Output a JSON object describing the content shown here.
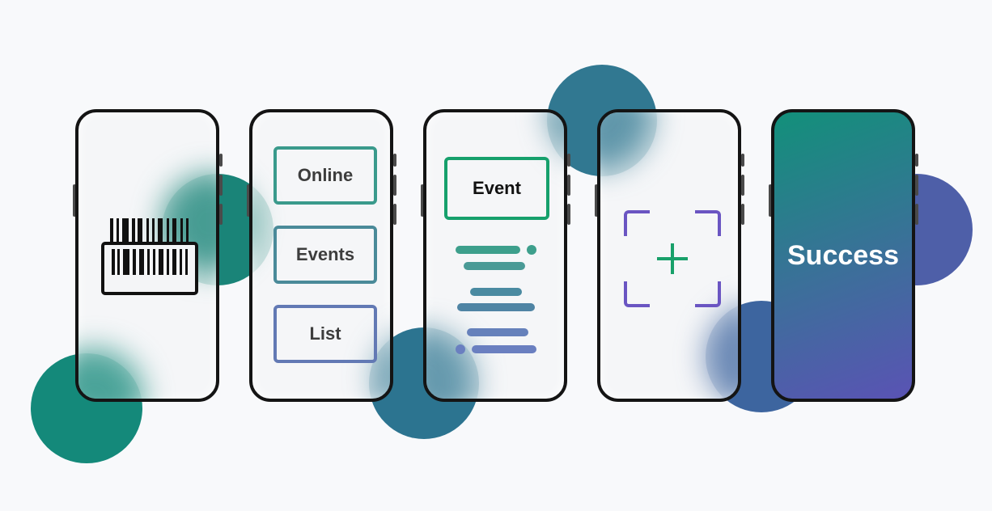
{
  "colors": {
    "teal": "#14897a",
    "petrol": "#2f6f8c",
    "indigo": "#4e5fa8",
    "purple": "#6a55c2",
    "green": "#18a06a",
    "bezel": "#141414"
  },
  "screens": {
    "barcode": {
      "icon": "barcode-scanner-icon"
    },
    "menu": {
      "items": [
        "Online",
        "Events",
        "List"
      ]
    },
    "event": {
      "title": "Event"
    },
    "scan": {
      "icon": "add-scan-frame-icon"
    },
    "success": {
      "label": "Success"
    }
  }
}
